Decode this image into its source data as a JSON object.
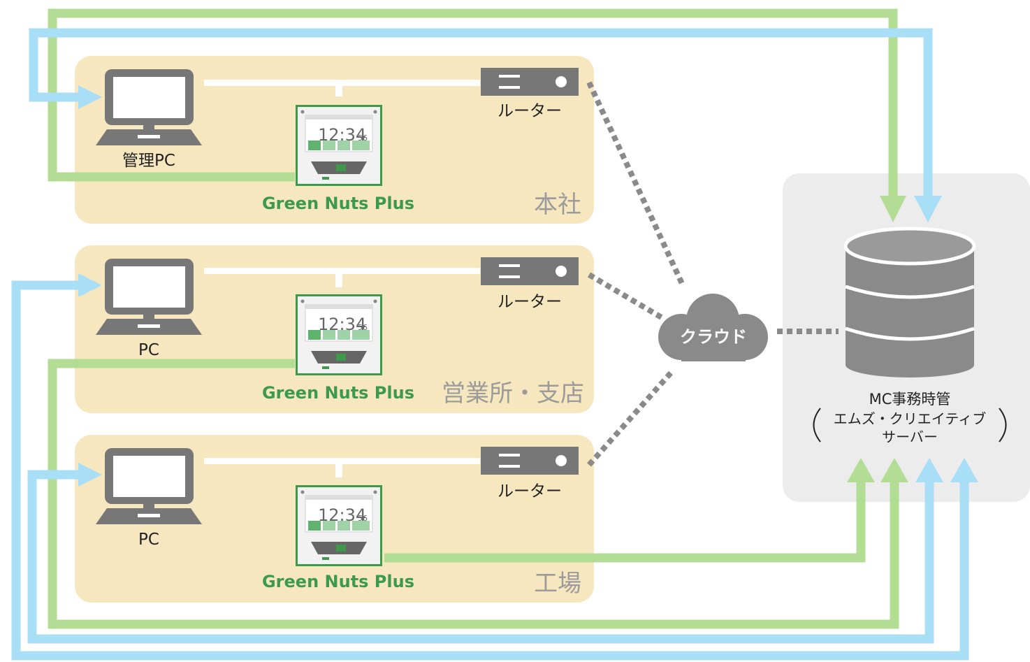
{
  "sites": [
    {
      "name": "本社",
      "pc_label": "管理PC",
      "router_label": "ルーター",
      "device_label": "Green Nuts Plus",
      "time": "12:34",
      "sec": "56"
    },
    {
      "name": "営業所・支店",
      "pc_label": "PC",
      "router_label": "ルーター",
      "device_label": "Green Nuts Plus",
      "time": "12:34",
      "sec": "56"
    },
    {
      "name": "工場",
      "pc_label": "PC",
      "router_label": "ルーター",
      "device_label": "Green Nuts Plus",
      "time": "12:34",
      "sec": "56"
    }
  ],
  "cloud_label": "クラウド",
  "server": {
    "line1": "MC事務時管",
    "line2": "エムズ・クリエイティブ",
    "line3": "サーバー"
  },
  "colors": {
    "site_bg": "#f7e7bf",
    "server_bg": "#ececec",
    "green_line": "#b3dc95",
    "blue_line": "#a8def6",
    "device_green": "#3d9a4b",
    "gray_dark": "#777777",
    "site_name": "#9b9b9b"
  }
}
